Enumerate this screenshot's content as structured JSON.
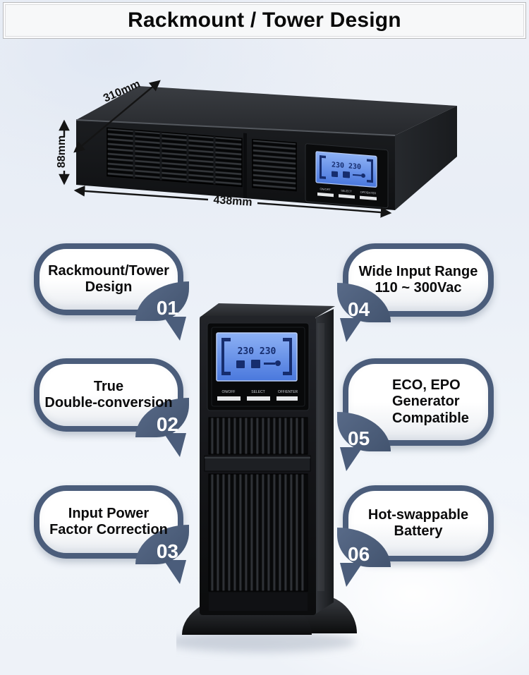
{
  "banner": {
    "title": "Rackmount / Tower Design"
  },
  "rack_figure": {
    "dimensions": {
      "depth": "310mm",
      "height": "88mm",
      "width": "438mm"
    },
    "lcd": {
      "reading": "230  230",
      "buttons": [
        "ON/OFF",
        "SELECT",
        "OFF/ENTER"
      ]
    }
  },
  "tower_figure": {
    "lcd": {
      "reading": "230  230",
      "buttons": [
        "ON/OFF",
        "SELECT",
        "OFF/ENTER"
      ]
    }
  },
  "features": [
    {
      "number": "01",
      "lines": [
        "Rackmount/Tower",
        "Design"
      ]
    },
    {
      "number": "02",
      "lines": [
        "True",
        "Double-conversion"
      ]
    },
    {
      "number": "03",
      "lines": [
        "Input Power",
        "Factor Correction"
      ]
    },
    {
      "number": "04",
      "lines": [
        "Wide Input Range",
        "110 ~ 300Vac"
      ]
    },
    {
      "number": "05",
      "lines": [
        "ECO, EPO",
        "Generator",
        "Compatible"
      ]
    },
    {
      "number": "06",
      "lines": [
        "Hot-swappable",
        "Battery"
      ]
    }
  ],
  "colors": {
    "accent": "#4b5d7b",
    "lcd_screen_top": "#86acf3",
    "lcd_screen_bottom": "#4a78dd",
    "background": "#ecf0f6"
  }
}
